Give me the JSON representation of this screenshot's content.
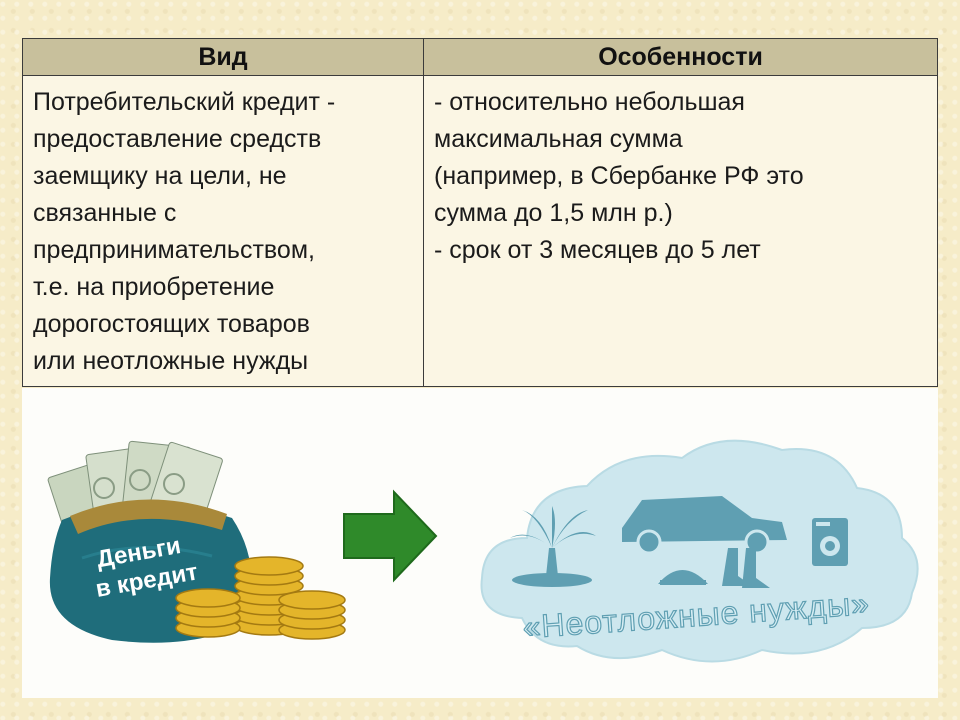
{
  "table": {
    "headers": [
      "Вид",
      "Особенности"
    ],
    "left_lines": [
      "Потребительский кредит -",
      "предоставление средств",
      "заемщику на цели, не",
      "связанные с",
      "предпринимательством,",
      "т.е. на приобретение",
      "дорогостоящих товаров",
      "или неотложные нужды"
    ],
    "right_lines": [
      "- относительно небольшая",
      "максимальная сумма",
      "(например, в Сбербанке РФ это",
      "сумма до 1,5 млн р.)",
      "- срок от 3 месяцев до 5 лет"
    ]
  },
  "illustration": {
    "bag_label_line1": "Деньги",
    "bag_label_line2": "в кредит",
    "cloud_label": "«Неотложные нужды»",
    "colors": {
      "bag": "#1f6d7b",
      "arrow": "#2f8a2a",
      "cloud": "#cde7ee",
      "icons": "#5f9fb2",
      "coins": "#e4b52a"
    },
    "icons": [
      "palm-tree-icon",
      "car-icon",
      "washing-machine-icon",
      "bag-icon",
      "boots-icon"
    ]
  }
}
